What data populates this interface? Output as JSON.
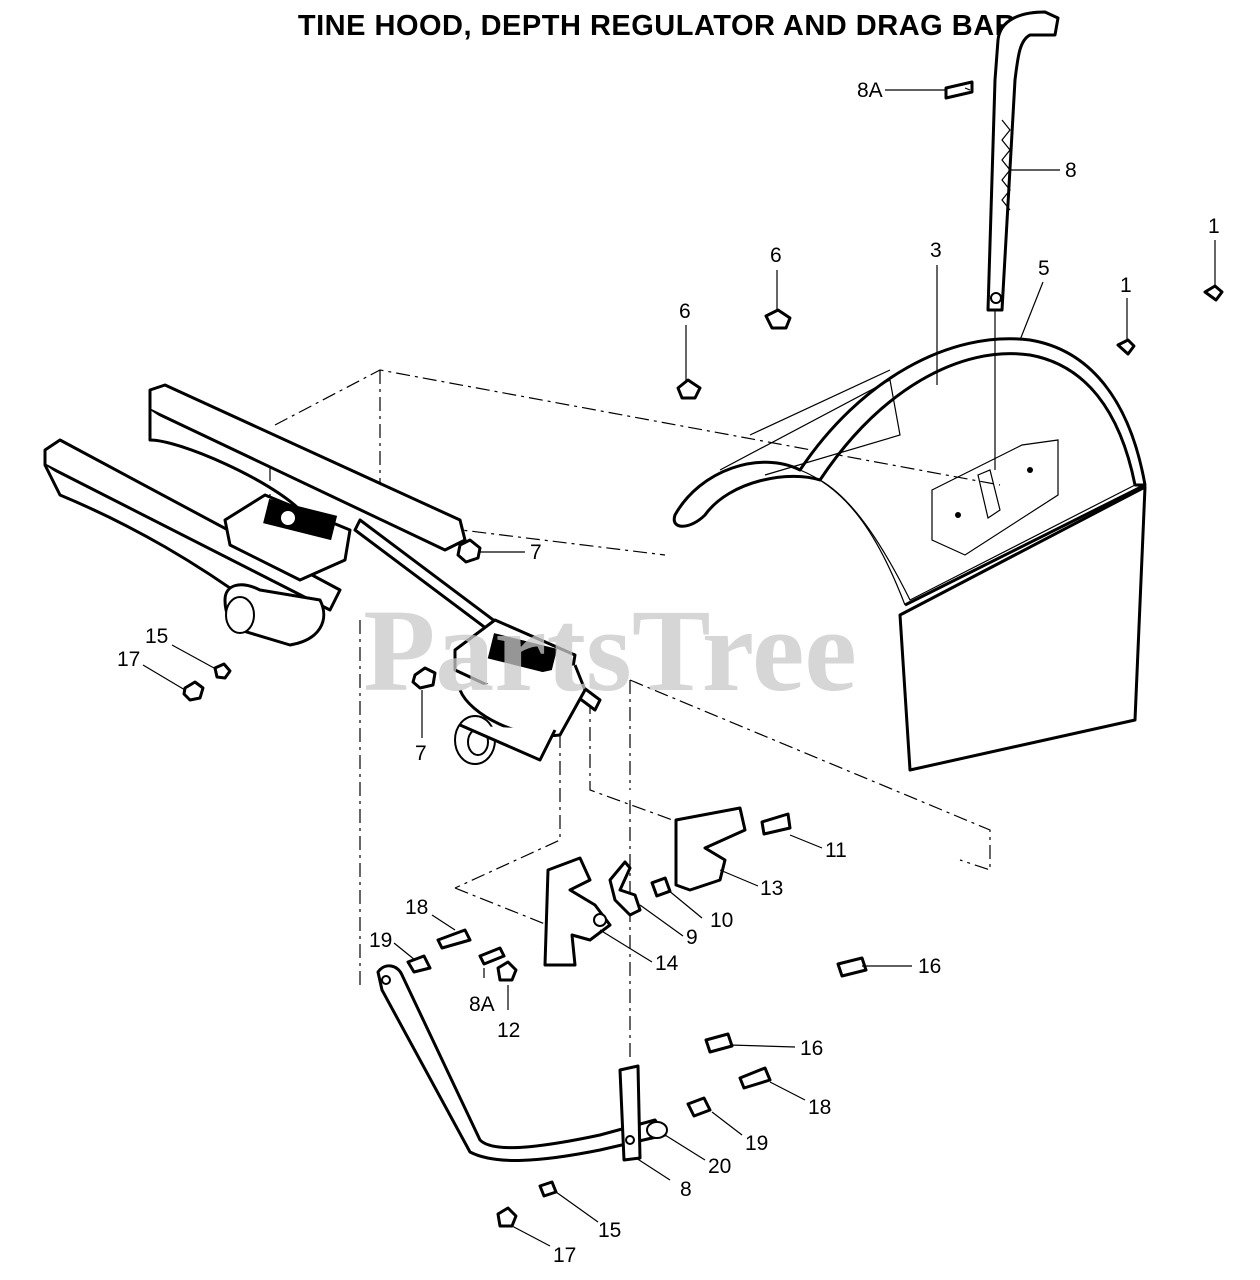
{
  "title": "TINE HOOD, DEPTH REGULATOR AND DRAG BAR",
  "watermark": "PartsTree",
  "callouts": [
    "1",
    "1",
    "3",
    "5",
    "6",
    "6",
    "7",
    "7",
    "8",
    "8",
    "8A",
    "8A",
    "9",
    "10",
    "11",
    "12",
    "13",
    "14",
    "15",
    "15",
    "16",
    "16",
    "17",
    "17",
    "18",
    "18",
    "19",
    "19",
    "20"
  ],
  "colors": {
    "ink": "#000000",
    "background": "#ffffff",
    "watermark": "#c9c9c9"
  }
}
